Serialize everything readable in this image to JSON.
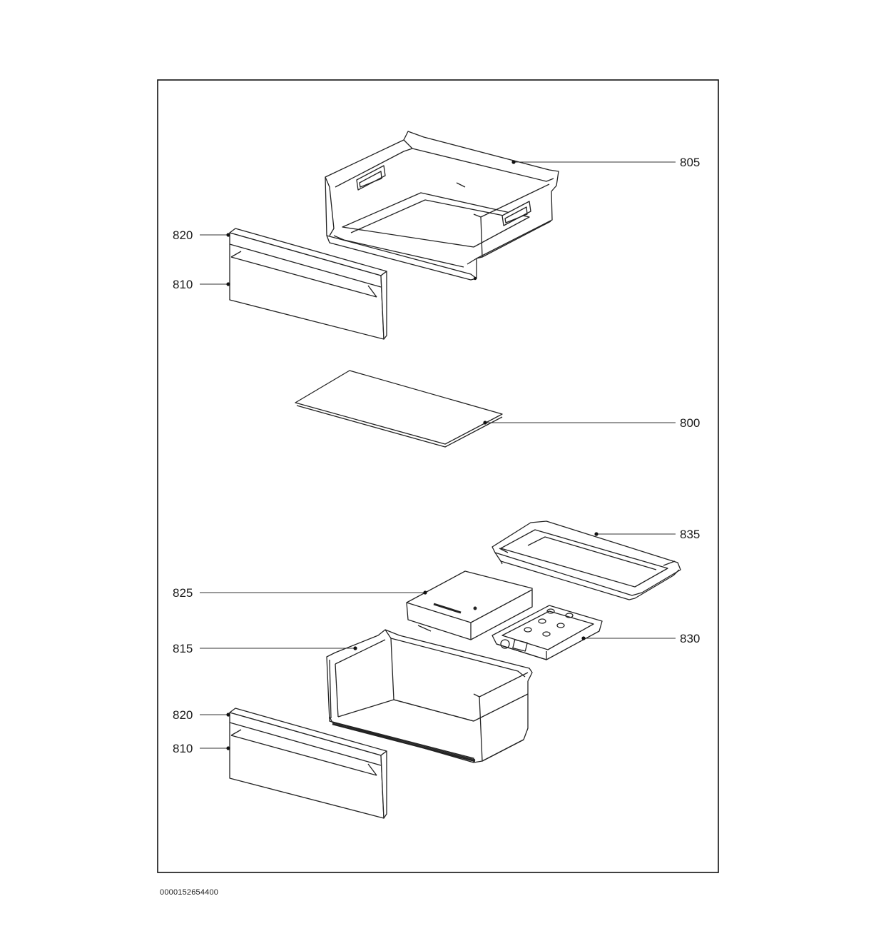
{
  "diagram": {
    "callouts": {
      "c805": "805",
      "c820_top": "820",
      "c810_top": "810",
      "c800": "800",
      "c835": "835",
      "c825": "825",
      "c830": "830",
      "c815": "815",
      "c820_bottom": "820",
      "c810_bottom": "810"
    },
    "document_number": "0000152654400"
  }
}
